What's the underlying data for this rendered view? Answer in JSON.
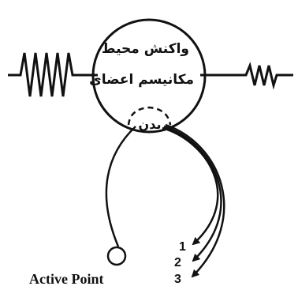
{
  "circle": {
    "line1": "واکنش محیط",
    "line2": "مکانیسم اعضای",
    "line3": "بدن"
  },
  "paths": [
    "1",
    "2",
    "3"
  ],
  "active_point": "Active Point",
  "stroke_color": "#111111"
}
